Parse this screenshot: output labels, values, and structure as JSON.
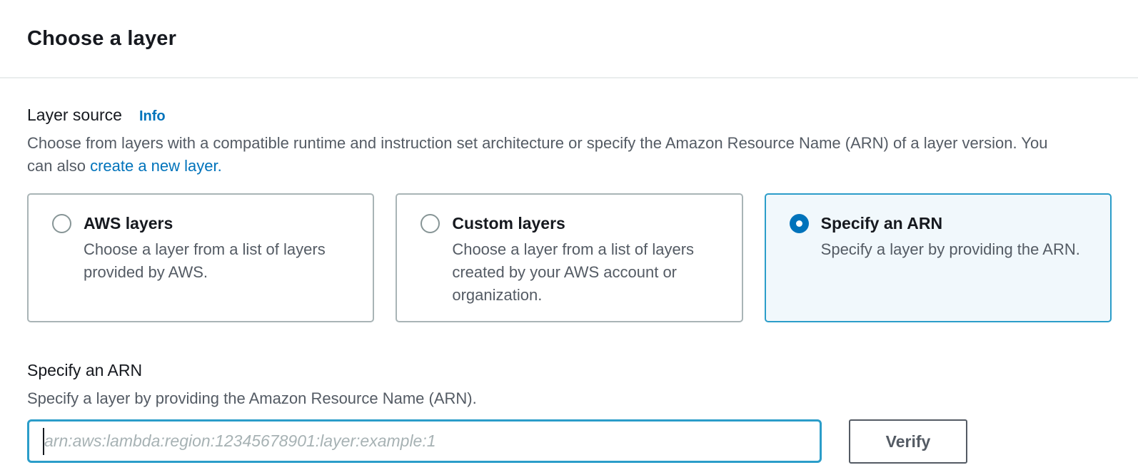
{
  "page": {
    "title": "Choose a layer"
  },
  "layer_source": {
    "label": "Layer source",
    "info_link": "Info",
    "description_before_link": "Choose from layers with a compatible runtime and instruction set architecture or specify the Amazon Resource Name (ARN) of a layer version. You can also ",
    "description_link": "create a new layer.",
    "options": [
      {
        "title": "AWS layers",
        "description": "Choose a layer from a list of layers provided by AWS.",
        "selected": false
      },
      {
        "title": "Custom layers",
        "description": "Choose a layer from a list of layers created by your AWS account or organization.",
        "selected": false
      },
      {
        "title": "Specify an ARN",
        "description": "Specify a layer by providing the ARN.",
        "selected": true
      }
    ]
  },
  "arn_section": {
    "label": "Specify an ARN",
    "description": "Specify a layer by providing the Amazon Resource Name (ARN).",
    "input_value": "",
    "input_placeholder": "arn:aws:lambda:region:12345678901:layer:example:1",
    "verify_button_label": "Verify"
  },
  "colors": {
    "link_blue": "#0073bb",
    "radio_checked_blue": "#0073bb",
    "focus_border_blue": "#2b9dc9",
    "selected_card_background": "#f1f8fc",
    "card_border_gray": "#a9b4b6",
    "text_dark": "#16191f",
    "text_gray": "#545b64",
    "divider_gray": "#eaeded"
  }
}
